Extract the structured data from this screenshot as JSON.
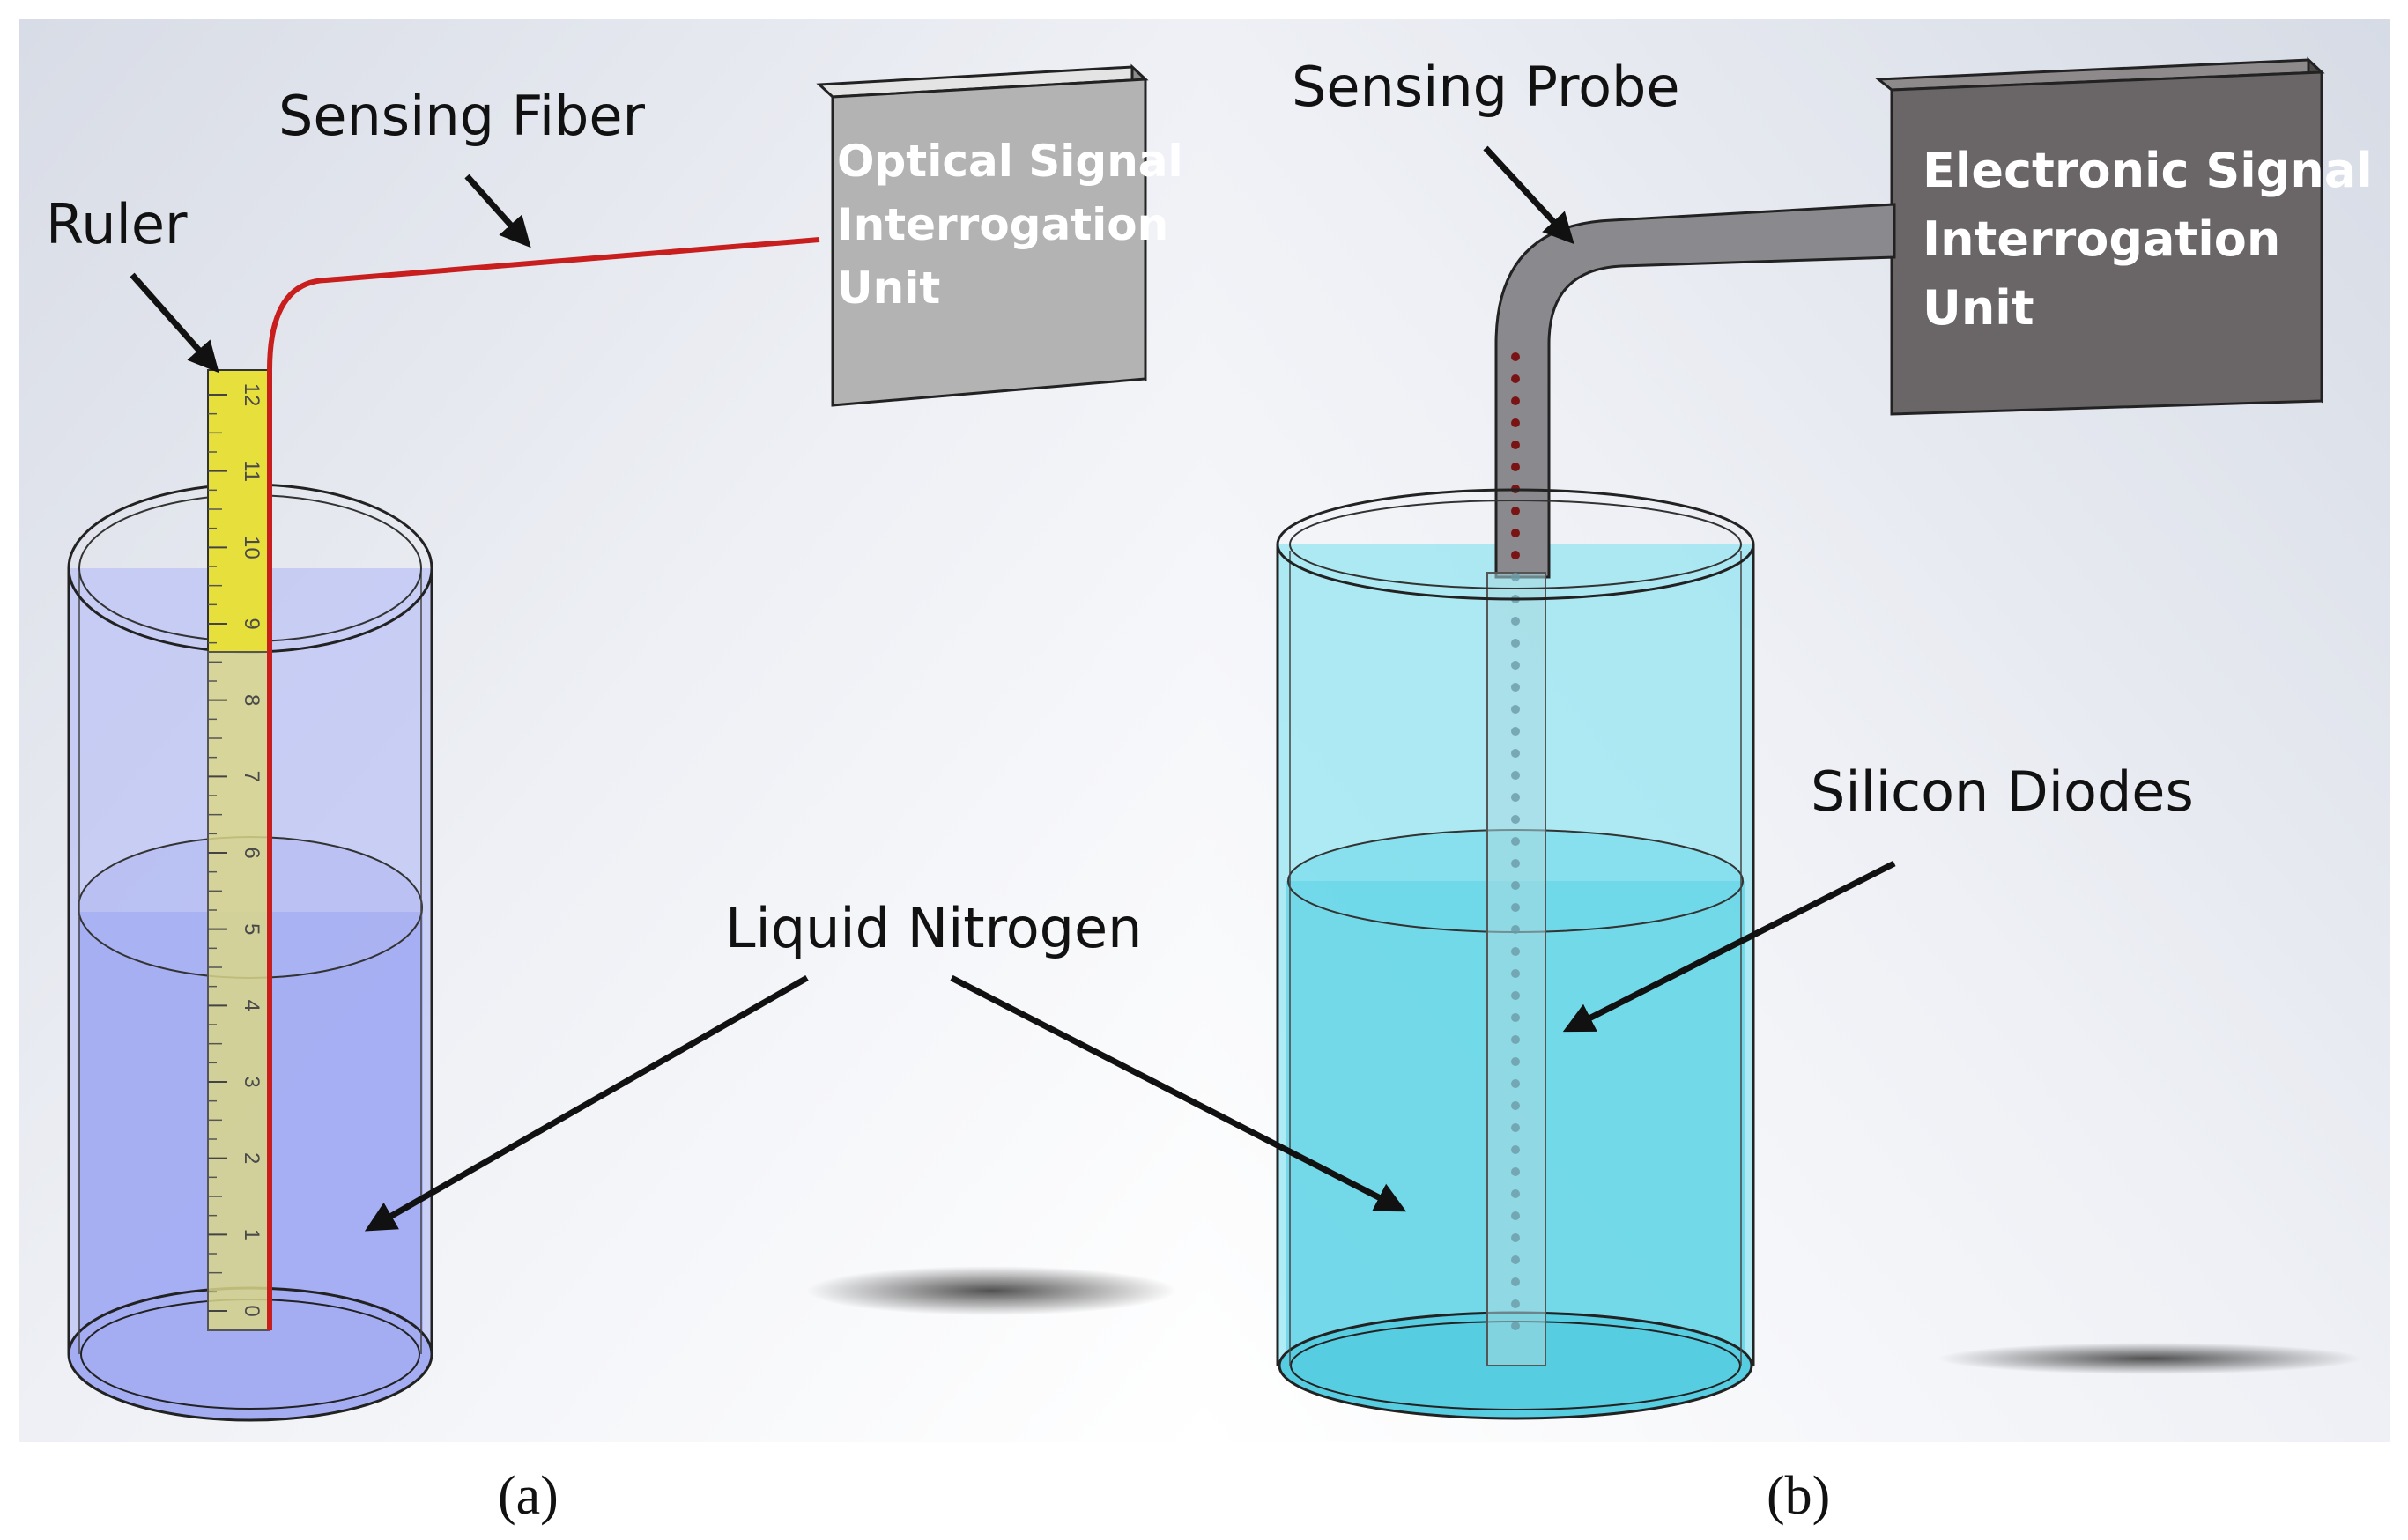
{
  "panel_a": {
    "caption": "(a)",
    "labels": {
      "sensing_fiber": "Sensing Fiber",
      "ruler": "Ruler",
      "liquid_nitrogen": "Liquid Nitrogen"
    },
    "unit_lines": [
      "Optical Signal",
      "Interrogation",
      "Unit"
    ],
    "ruler_ticks": [
      "0",
      "1",
      "2",
      "3",
      "4",
      "5",
      "6",
      "7",
      "8",
      "9",
      "10",
      "11",
      "12"
    ]
  },
  "panel_b": {
    "caption": "(b)",
    "labels": {
      "sensing_probe": "Sensing Probe",
      "silicon_diodes": "Silicon Diodes"
    },
    "unit_lines": [
      "Electronic Signal",
      "Interrogation",
      "Unit"
    ]
  },
  "colors": {
    "liquid_a": "#9aa4f2",
    "liquid_b": "#5fd3e6",
    "fiber": "#c81e1e",
    "ruler": "#e6df3c",
    "optical_box": "#b3b3b3",
    "electronic_box": "#6a6668",
    "probe": "#8a8a8e",
    "diode": "#7a1414"
  }
}
